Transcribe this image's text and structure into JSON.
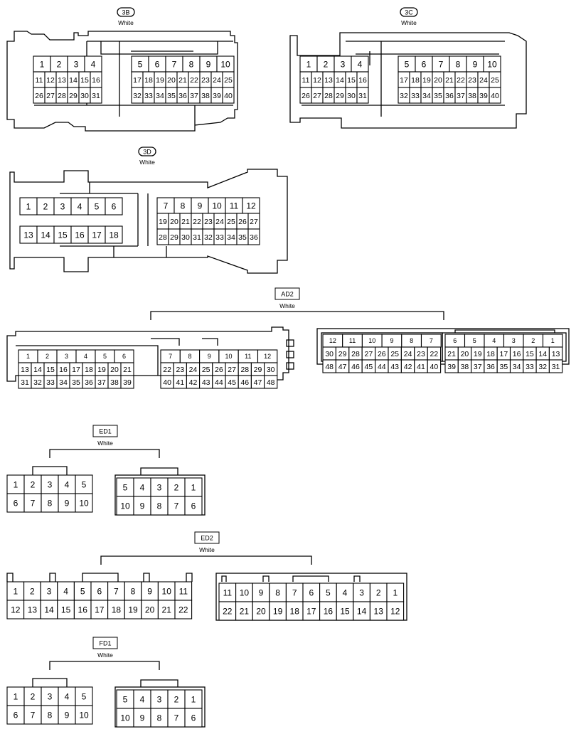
{
  "connectors": [
    {
      "id": "3B",
      "label": "3B",
      "color": "White",
      "tag": "oval"
    },
    {
      "id": "3C",
      "label": "3C",
      "color": "White",
      "tag": "oval"
    },
    {
      "id": "3D",
      "label": "3D",
      "color": "White",
      "tag": "oval"
    },
    {
      "id": "AD2",
      "label": "AD2",
      "color": "White",
      "tag": "box"
    },
    {
      "id": "ED1",
      "label": "ED1",
      "color": "White",
      "tag": "box"
    },
    {
      "id": "ED2",
      "label": "ED2",
      "color": "White",
      "tag": "box"
    },
    {
      "id": "FD1",
      "label": "FD1",
      "color": "White",
      "tag": "box"
    }
  ]
}
